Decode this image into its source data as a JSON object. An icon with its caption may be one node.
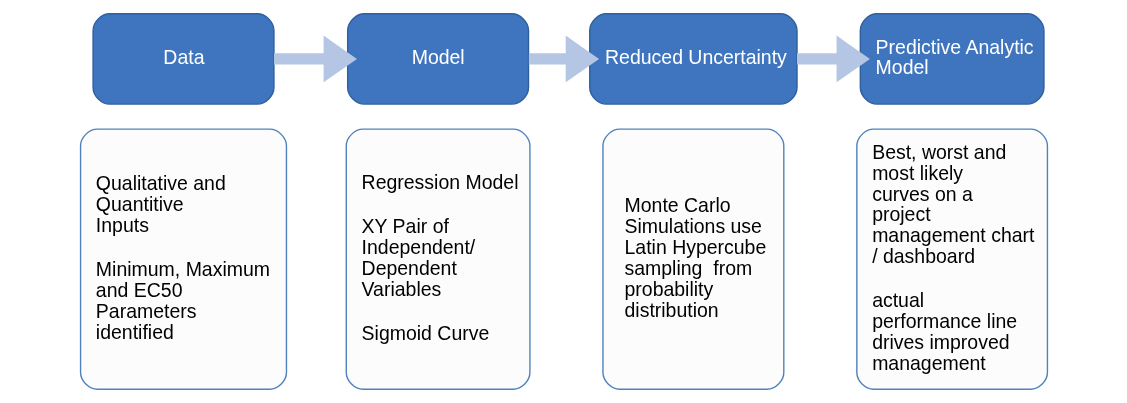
{
  "diagram": {
    "nodes": [
      {
        "text": [
          "Data"
        ]
      },
      {
        "text": [
          "Qualitative and Quantitive Inputs",
          "Minimum, Maximum and EC50 Parameters identified"
        ]
      },
      {
        "text": [
          "Model"
        ]
      },
      {
        "text": [
          "Regression Model",
          "XY Pair of Independent/ Dependent Variables",
          "Sigmoid Curve"
        ]
      },
      {
        "text": [
          "Reduced Uncertainty"
        ]
      },
      {
        "text": [
          "Monte Carlo Simulations use Latin Hypercube sampling  from probability distribution"
        ]
      },
      {
        "text": [
          "Predictive Analytic Model"
        ]
      },
      {
        "text": [
          "Best, worst and most likely curves on a project management chart / dashboard",
          "actual performance line  drives improved management"
        ]
      }
    ],
    "edges": [
      {
        "from": 0,
        "to": 2,
        "arrow": "to"
      },
      {
        "from": 2,
        "to": 4,
        "arrow": "to"
      },
      {
        "from": 4,
        "to": 6,
        "arrow": "to"
      }
    ]
  }
}
